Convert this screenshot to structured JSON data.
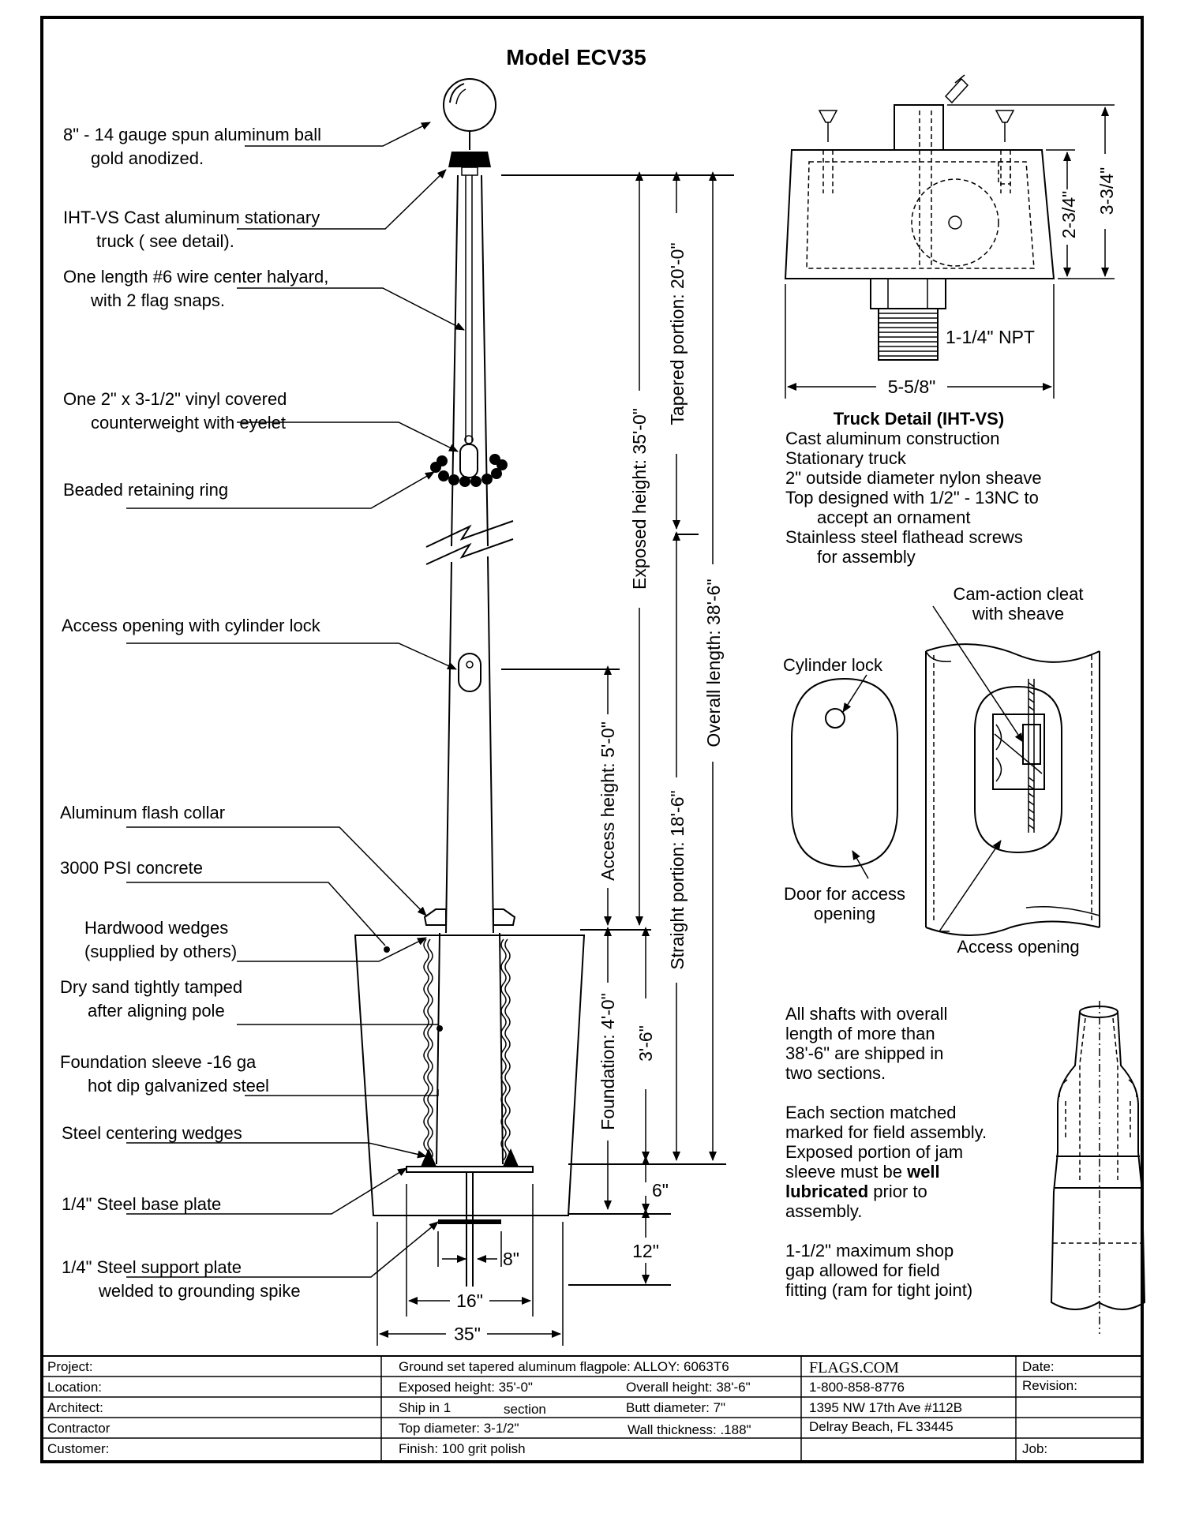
{
  "title": "Model  ECV35",
  "callouts": {
    "ball_1": "8\" - 14 gauge spun aluminum ball",
    "ball_2": "gold anodized.",
    "truck_1": "IHT-VS Cast aluminum stationary",
    "truck_2": "truck ( see detail).",
    "halyard_1": "One length #6 wire center halyard,",
    "halyard_2": "with 2 flag snaps.",
    "counterweight_1": "One 2\" x 3-1/2\" vinyl covered",
    "counterweight_2": "counterweight with eyelet",
    "beaded_ring": "Beaded retaining ring",
    "access_opening": "Access opening with cylinder lock",
    "flash_collar": "Aluminum flash collar",
    "concrete": "3000 PSI concrete",
    "wedges_1": "Hardwood wedges",
    "wedges_2": "(supplied by others)",
    "sand_1": "Dry sand tightly tamped",
    "sand_2": "after aligning pole",
    "sleeve_1": "Foundation sleeve -16 ga",
    "sleeve_2": "hot dip galvanized steel",
    "centering_wedges": "Steel centering wedges",
    "base_plate": "1/4\" Steel base plate",
    "support_1": "1/4\" Steel support plate",
    "support_2": "welded to grounding spike"
  },
  "dimensions": {
    "exposed_height": "Exposed height:  35'-0\"",
    "tapered_portion": "Tapered portion:  20'-0\"",
    "overall_length": "Overall length:  38'-6\"",
    "access_height": "Access height:  5'-0\"",
    "straight_portion": "Straight portion:  18'-6\"",
    "foundation": "Foundation:  4'-0\"",
    "three_six": "3'-6\"",
    "six": "6\"",
    "twelve": "12\"",
    "eight": "8\"",
    "sixteen": "16\"",
    "thirty_five": "35\""
  },
  "truck_detail": {
    "npt": "1-1/4\" NPT",
    "width": "5-5/8\"",
    "h1": "2-3/4\"",
    "h2": "3-3/4\"",
    "heading": "Truck Detail (IHT-VS)",
    "lines": [
      "Cast aluminum construction",
      "Stationary truck",
      "2\" outside diameter nylon sheave",
      "Top designed with 1/2\" - 13NC to",
      "accept an ornament",
      "Stainless steel flathead screws",
      "for assembly"
    ]
  },
  "access_detail": {
    "cam_1": "Cam-action cleat",
    "cam_2": "with sheave",
    "cylinder_lock": "Cylinder lock",
    "door_1": "Door for access",
    "door_2": "opening",
    "access_opening": "Access opening"
  },
  "sections_note": {
    "p1": [
      "All shafts with overall",
      "length of more than",
      "38'-6\" are shipped in",
      "two sections."
    ],
    "p2": [
      "Each section matched",
      "marked for field assembly.",
      "Exposed portion of jam",
      "sleeve must be "
    ],
    "p2_bold_1": "well",
    "p2_bold_2": "lubricated",
    "p2_rest": " prior to",
    "p2_last": "assembly.",
    "p3": [
      "1-1/2\" maximum shop",
      "gap allowed for field",
      "fitting (ram for tight joint)"
    ]
  },
  "title_block": {
    "project": "Project:",
    "location": "Location:",
    "architect": "Architect:",
    "contractor": "Contractor",
    "customer": "Customer:",
    "description": "Ground set tapered aluminum flagpole:  ALLOY:  6063T6",
    "exposed": "Exposed height:   35'-0\"",
    "overall": "Overall height:   38'-6\"",
    "ship_in": "Ship in 1",
    "section": "section",
    "butt": "Butt diameter:   7\"",
    "top_diameter": "Top diameter:   3-1/2\"",
    "wall": "Wall thickness:   .188\"",
    "finish": "Finish:   100  grit polish",
    "company": "FLAGS.COM",
    "phone": "1-800-858-8776",
    "address_1": "1395 NW 17th Ave #112B",
    "address_2": "Delray Beach, FL 33445",
    "date": "Date:",
    "revision": "Revision:",
    "job": "Job:"
  }
}
